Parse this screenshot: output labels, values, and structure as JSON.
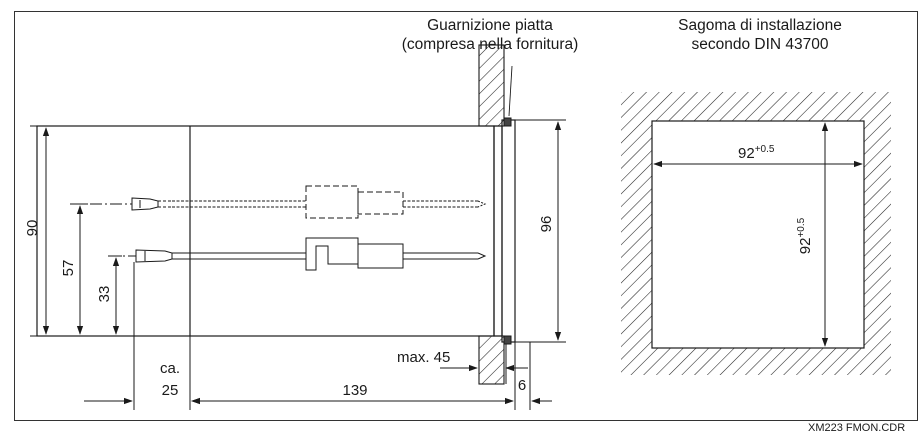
{
  "labels": {
    "gasket_line1": "Guarnizione piatta",
    "gasket_line2": "(compresa nella fornitura)",
    "cutout_line1": "Sagoma di installazione",
    "cutout_line2": "secondo DIN 43700",
    "credit": "XM223 FMON.CDR"
  },
  "dimensions": {
    "d90": "90",
    "d57": "57",
    "d33": "33",
    "d96": "96",
    "ca": "ca.",
    "d25": "25",
    "d139": "139",
    "d6": "6",
    "max45": "max. 45",
    "cut_base": "92",
    "cut_tol": "+0.5"
  }
}
